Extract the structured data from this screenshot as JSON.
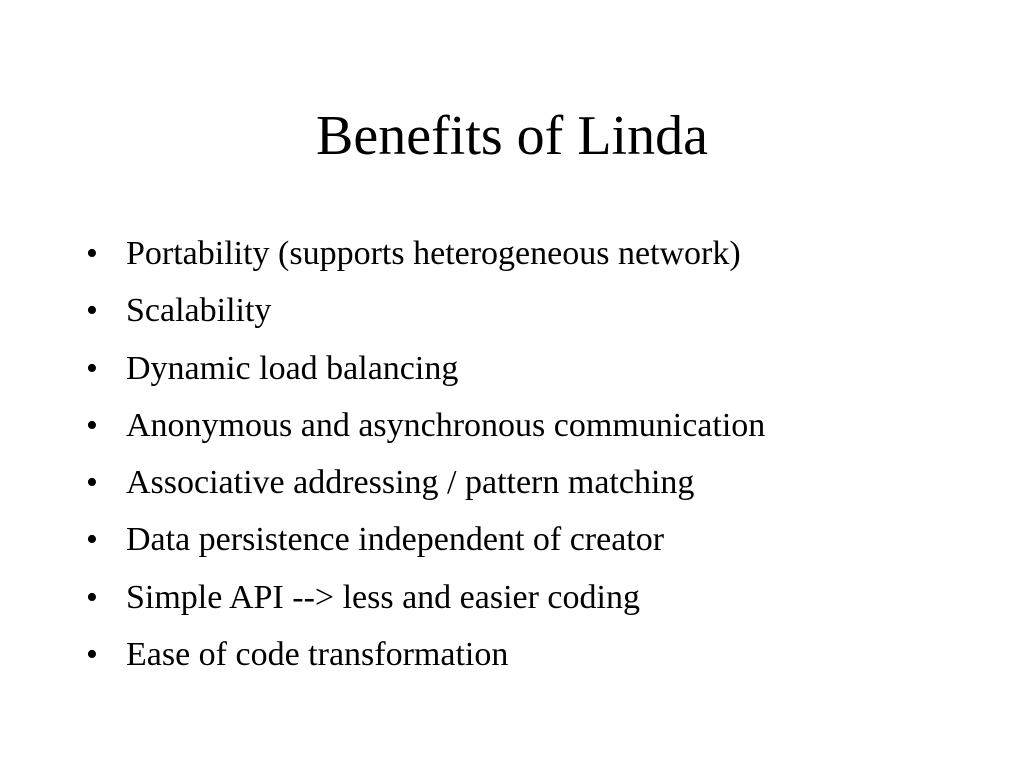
{
  "slide": {
    "title": "Benefits of Linda",
    "bullet_glyph": "•",
    "bullets": [
      "Portability (supports heterogeneous network)",
      "Scalability",
      "Dynamic load balancing",
      "Anonymous and asynchronous communication",
      "Associative addressing / pattern matching",
      "Data persistence independent of creator",
      "Simple API --> less and easier coding",
      "Ease of code transformation"
    ]
  }
}
